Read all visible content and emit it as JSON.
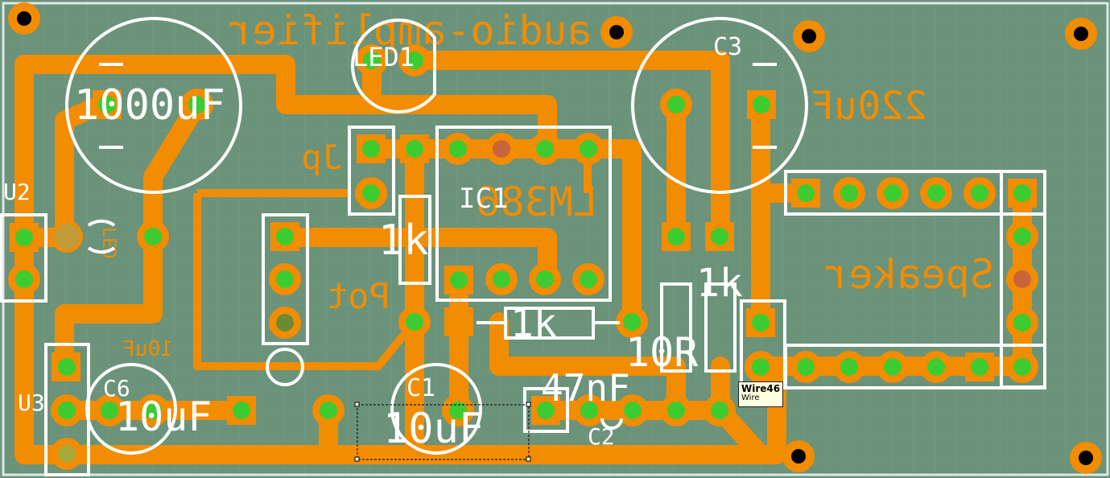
{
  "board": {
    "colors": {
      "board": "#6b937a",
      "copper": "#f28c00",
      "silk": "#ffffff",
      "pad_center": "#3ccc32",
      "mirror_text": "#f28c00"
    }
  },
  "labels": {
    "board_title": "audio-amplifier",
    "c_1000": "1000uF",
    "c_220": "220uF",
    "c3": "C3",
    "led1": "LED1",
    "ic1": "IC1",
    "lm386": "LM386",
    "jp": "Jp",
    "u2": "U2",
    "u3": "U3",
    "led_bottom": "LED",
    "pot": "Pot",
    "r1k_a": "1k",
    "r1k_b": "1k",
    "r1k_c": "1k",
    "r10r": "10R",
    "c47nf": "47nF",
    "c2": "C2",
    "c1": "C1",
    "c10uf_center": "10uF",
    "c6": "C6",
    "c10uf_left": "10uF",
    "c10uf_mirror": "10uF",
    "speaker": "Speaker"
  },
  "tooltip": {
    "title": "Wire46",
    "subtitle": "Wire"
  }
}
